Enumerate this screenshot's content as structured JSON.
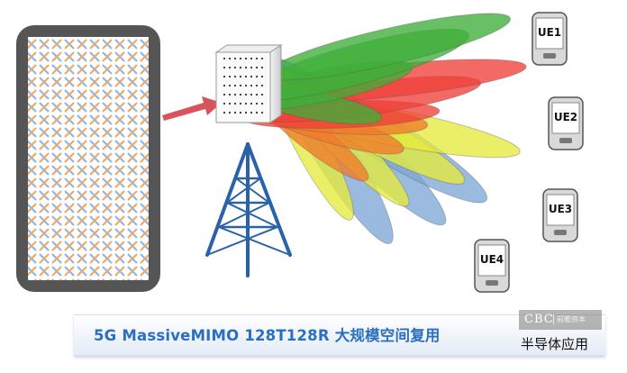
{
  "caption": {
    "text": "5G MassiveMIMO  128T128R  大规模空间复用"
  },
  "ue_labels": [
    "UE1",
    "UE2",
    "UE3",
    "UE4"
  ],
  "watermark": {
    "logo": "CBC",
    "sub": "前瞻资本"
  },
  "source_label": "半导体应用",
  "colors": {
    "beam_green": "#3fae39",
    "beam_red": "#f0403a",
    "beam_orange": "#f07a2a",
    "beam_yellow": "#e6ea3c",
    "beam_blue": "#7ea6d6",
    "tower": "#2a62a8",
    "arrow": "#d9535b",
    "caption": "#2a6fc0"
  }
}
